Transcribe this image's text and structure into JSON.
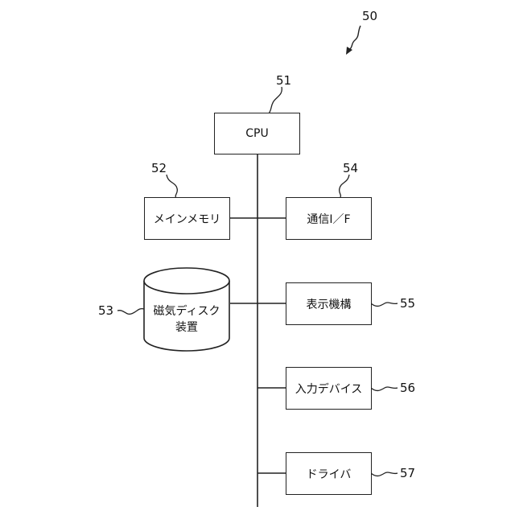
{
  "figure_ref": "50",
  "components": {
    "cpu": {
      "label": "CPU",
      "ref": "51"
    },
    "main_memory": {
      "label": "メインメモリ",
      "ref": "52"
    },
    "disk": {
      "label_line1": "磁気ディスク",
      "label_line2": "装置",
      "ref": "53"
    },
    "comm_if": {
      "label": "通信I／F",
      "ref": "54"
    },
    "display": {
      "label": "表示機構",
      "ref": "55"
    },
    "input": {
      "label": "入力デバイス",
      "ref": "56"
    },
    "driver": {
      "label": "ドライバ",
      "ref": "57"
    }
  }
}
